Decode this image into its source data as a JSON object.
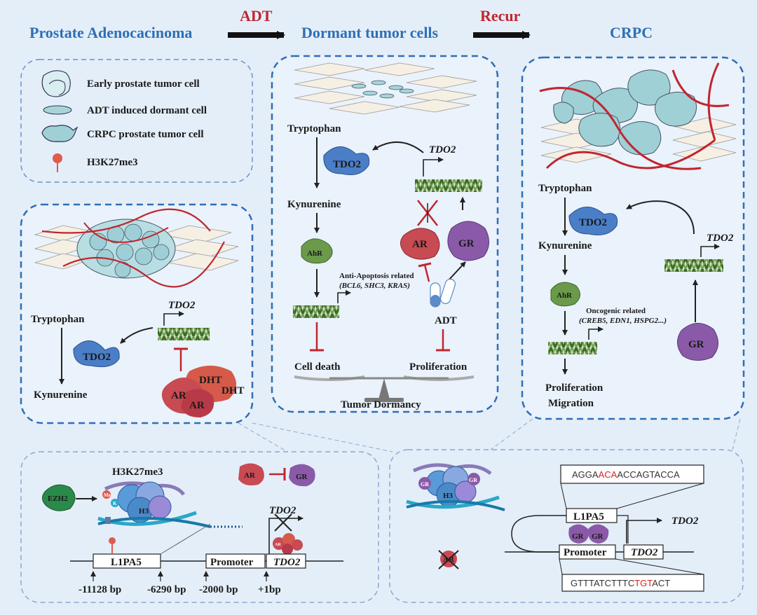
{
  "header": {
    "stage1": "Prostate Adenocacinoma",
    "arrow1": "ADT",
    "stage2": "Dormant tumor cells",
    "arrow2": "Recur",
    "stage3": "CRPC"
  },
  "legend": {
    "early": "Early prostate tumor cell",
    "dormant": "ADT induced dormant cell",
    "crpc": "CRPC prostate tumor cell",
    "mark": "H3K27me3"
  },
  "panel1": {
    "tryptophan": "Tryptophan",
    "kynurenine": "Kynurenine",
    "tdo2_protein": "TDO2",
    "tdo2_gene": "TDO2",
    "ar": "AR",
    "dht": "DHT"
  },
  "panel2": {
    "tryptophan": "Tryptophan",
    "kynurenine": "Kynurenine",
    "tdo2_protein": "TDO2",
    "tdo2_gene": "TDO2",
    "ahr": "AhR",
    "anti_apoptosis": "Anti-Apoptosis related",
    "anti_apoptosis_genes": "(BCL6, SHC3, KRAS)",
    "ar": "AR",
    "gr": "GR",
    "adt": "ADT",
    "cell_death": "Cell death",
    "proliferation": "Proliferation",
    "dormancy": "Tumor Dormancy"
  },
  "panel3": {
    "tryptophan": "Tryptophan",
    "kynurenine": "Kynurenine",
    "tdo2_protein": "TDO2",
    "tdo2_gene": "TDO2",
    "ahr": "AhR",
    "oncogenic": "Oncogenic related",
    "oncogenic_genes": "(CREB5, EDN1, HSPG2...)",
    "gr": "GR",
    "outcome1": "Proliferation",
    "outcome2": "Migration"
  },
  "bottom_left": {
    "ezh2": "EZH2",
    "mark": "H3K27me3",
    "me": "Me",
    "k": "K",
    "h3": "H3",
    "ar": "AR",
    "gr": "GR",
    "tdo2_gene": "TDO2",
    "l1pa5": "L1PA5",
    "promoter": "Promoter",
    "tdo2_box": "TDO2",
    "pos1": "-11128 bp",
    "pos2": "-6290 bp",
    "pos3": "-2000 bp",
    "pos4": "+1bp"
  },
  "bottom_right": {
    "gr": "GR",
    "h3": "H3",
    "ar": "AR",
    "seq_top_a": "AGGA",
    "seq_top_b": "ACA",
    "seq_top_c": "ACCAGTACCA",
    "l1pa5": "L1PA5",
    "promoter": "Promoter",
    "tdo2_box": "TDO2",
    "tdo2_gene": "TDO2",
    "seq_bot_a": "GTTTATCTTTC",
    "seq_bot_b": "TGT",
    "seq_bot_c": "ACT"
  },
  "colors": {
    "blue_title": "#2f6fb5",
    "red_title": "#c0262e",
    "tdo2_protein": "#4a7fc8",
    "ar_protein": "#c84a52",
    "gr_protein": "#8a5aa8",
    "ahr_protein": "#6a9a4a",
    "ezh2": "#2a8a4a",
    "highlight": "#e02020"
  }
}
